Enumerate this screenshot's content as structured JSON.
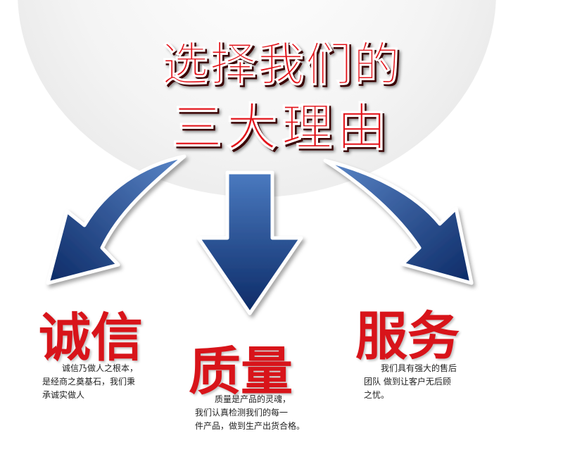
{
  "headline": {
    "line1": "选择我们的",
    "line2": "三大理由"
  },
  "pillars": [
    {
      "title": "诚信",
      "lines": [
        "诚信乃做人之根本，",
        "是经商之奠基石，我们秉",
        "承诚实做人"
      ]
    },
    {
      "title": "质量",
      "lines": [
        "质量是产品的灵魂，",
        "我们认真检测我们的每一",
        "件产品，做到生产出货合格。"
      ]
    },
    {
      "title": "服务",
      "lines": [
        "我们具有强大的售后",
        "团队 做到让客户无后顾",
        "之忧。"
      ]
    }
  ],
  "colors": {
    "headline_red": "#e3141b",
    "pillar_red": "#d8141a",
    "arrow_blue_dark": "#0e2d6b",
    "arrow_blue_light": "#3f6fb3"
  },
  "icons": [
    "arrow-down-left-icon",
    "arrow-down-icon",
    "arrow-down-right-icon"
  ]
}
